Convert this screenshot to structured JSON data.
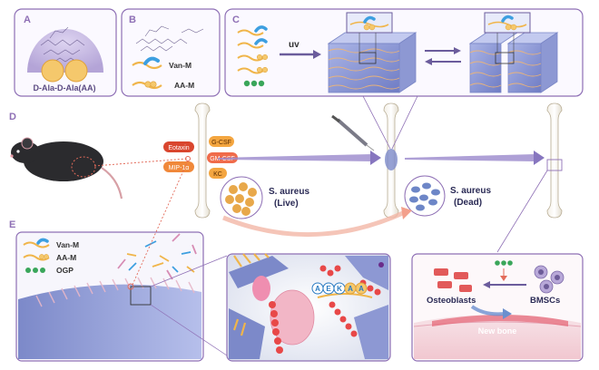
{
  "panels": {
    "a": {
      "letter": "A",
      "caption": "D-Ala-D-Ala(AA)"
    },
    "b": {
      "letter": "B",
      "legend": [
        {
          "label": "Van-M"
        },
        {
          "label": "AA-M"
        }
      ]
    },
    "c": {
      "letter": "C",
      "uv_label": "uv"
    },
    "d": {
      "letter": "D",
      "cytokines": [
        "Eotaxin",
        "G-CSF",
        "GM-CSF",
        "MIP-1α",
        "KC"
      ],
      "bacteria_live": [
        "S. aureus",
        "(Live)"
      ],
      "bacteria_dead": [
        "S. aureus",
        "(Dead)"
      ]
    },
    "e": {
      "letter": "E",
      "legend": [
        {
          "label": "Van-M"
        },
        {
          "label": "AA-M"
        },
        {
          "label": "OGP"
        }
      ],
      "peptide_letters": [
        "A",
        "E",
        "K",
        "A",
        "A"
      ]
    },
    "f": {
      "cells": [
        "Osteoblasts",
        "BMSCs"
      ],
      "bone_label": "New bone"
    }
  },
  "colors": {
    "panel_border": "#8e6fb5",
    "van": "#3d9fe0",
    "aa": "#f0b54a",
    "ogp": "#3aa65a",
    "cytokine_red": "#d9462e",
    "cytokine_orange": "#f4a640"
  }
}
